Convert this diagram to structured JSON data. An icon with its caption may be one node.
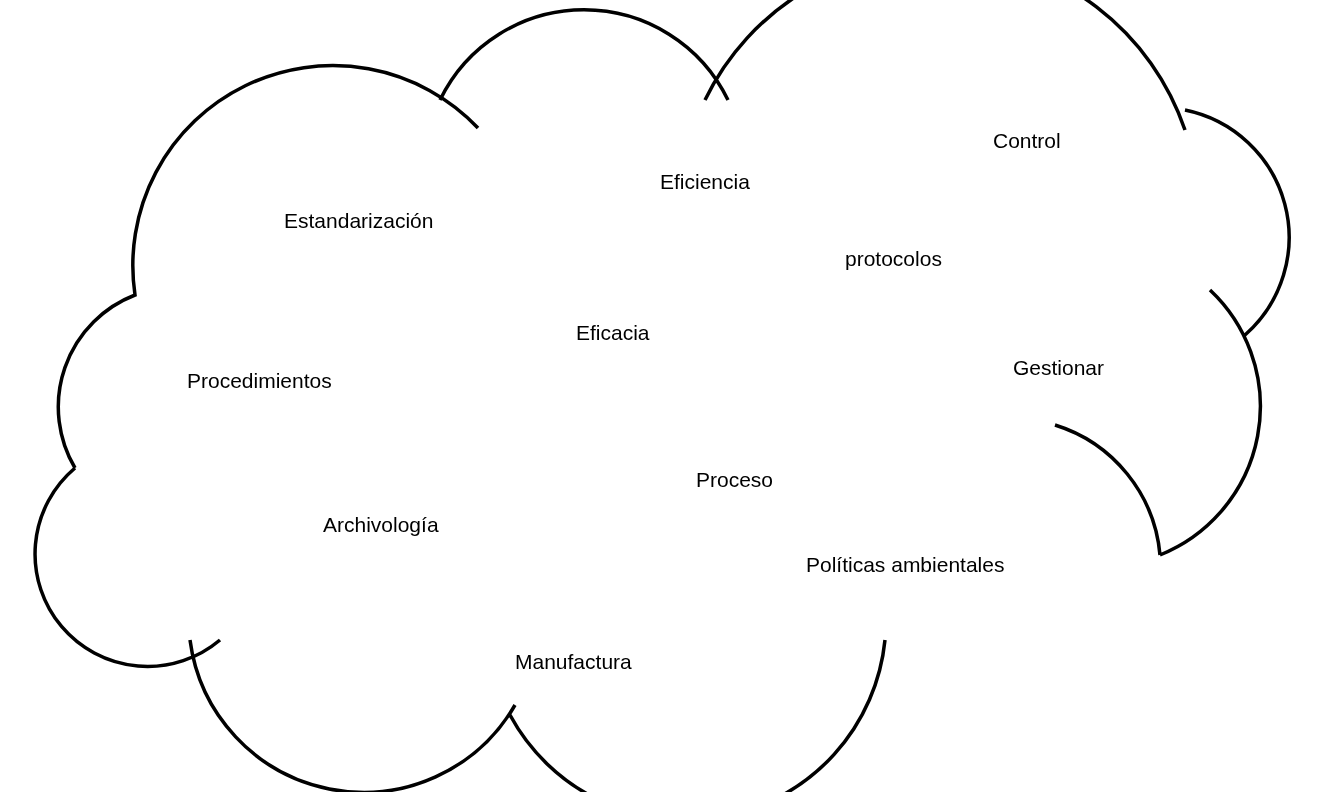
{
  "diagram": {
    "nodes": [
      {
        "text": [
          "Control",
          "Eficiencia",
          "Estandarización",
          "protocolos",
          "Eficacia",
          "Procedimientos",
          "Gestionar",
          "Proceso",
          "Archivología",
          "Políticas ambientales",
          "Manufactura"
        ]
      }
    ]
  }
}
